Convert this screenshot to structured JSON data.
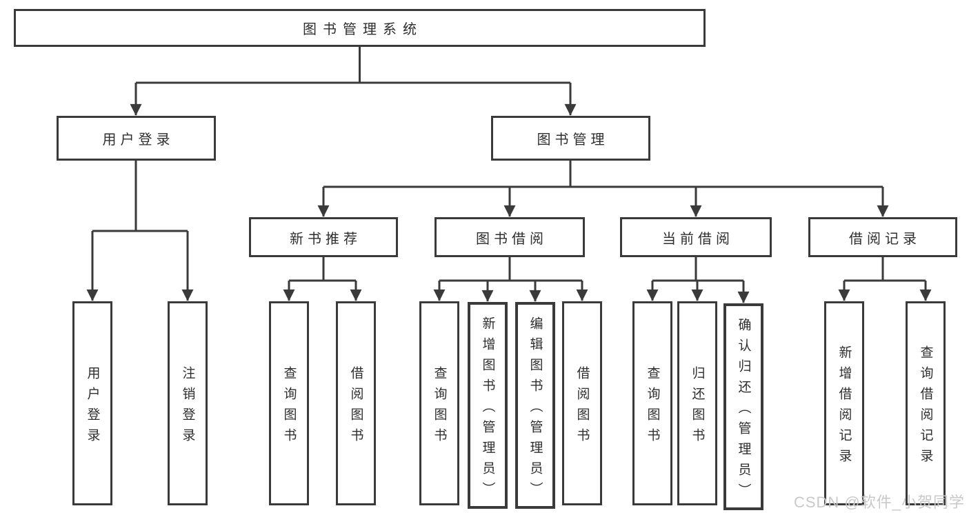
{
  "tree": {
    "root": "图书管理系统",
    "children": [
      {
        "label": "用户登录",
        "children": [
          "用户登录",
          "注销登录"
        ]
      },
      {
        "label": "图书管理",
        "children": [
          {
            "label": "新书推荐",
            "children": [
              "查询图书",
              "借阅图书"
            ]
          },
          {
            "label": "图书借阅",
            "children": [
              "查询图书",
              "新增图书（管理员）",
              "编辑图书（管理员）",
              "借阅图书"
            ]
          },
          {
            "label": "当前借阅",
            "children": [
              "查询图书",
              "归还图书",
              "确认归还（管理员）"
            ]
          },
          {
            "label": "借阅记录",
            "children": [
              "新增借阅记录",
              "查询借阅记录"
            ]
          }
        ]
      }
    ]
  },
  "watermark": {
    "text": "CSDN @软件_小贺同学"
  },
  "colors": {
    "line": "#3a3a3a",
    "text": "#2e2e2e",
    "background": "#ffffff",
    "watermark": "#c9c9c9"
  }
}
